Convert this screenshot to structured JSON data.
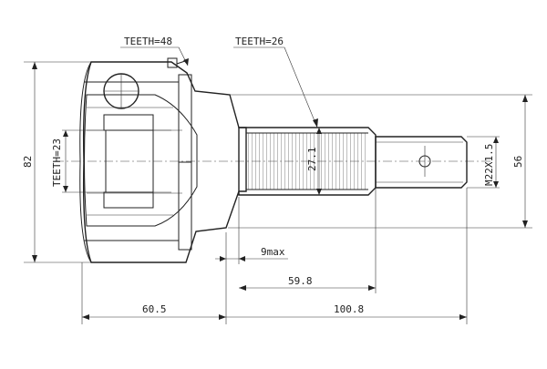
{
  "labels": {
    "teeth_outer": "TEETH=48",
    "teeth_spline": "TEETH=26",
    "teeth_inner": "TEETH=23",
    "dia_outer": "82",
    "dia_spline": "27.1",
    "thread": "M22X1.5",
    "dia_shaft": "56",
    "gap": "9max",
    "len_spline": "59.8",
    "len_body": "60.5",
    "len_total": "100.8"
  }
}
